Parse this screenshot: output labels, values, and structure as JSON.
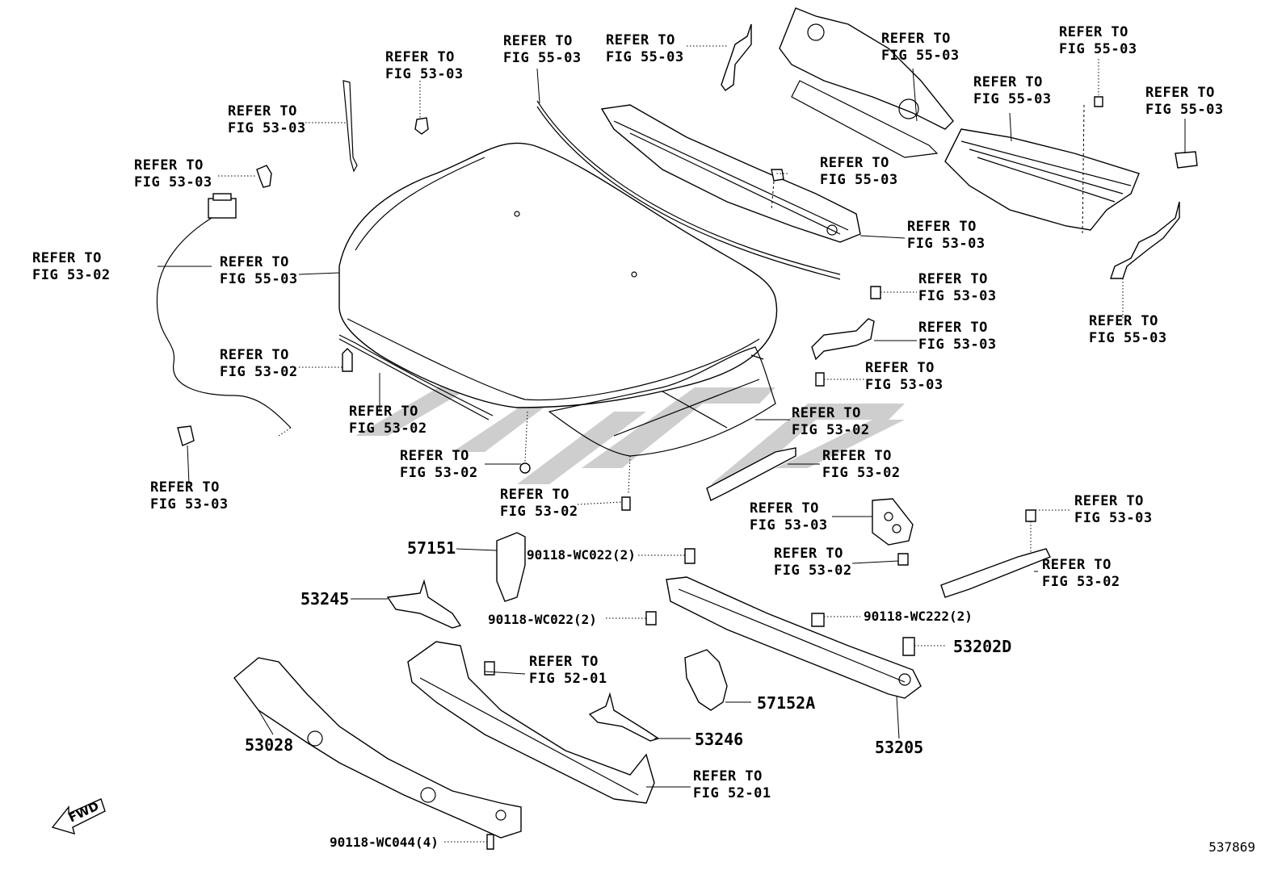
{
  "refer_labels": [
    {
      "id": "r01",
      "line1": "REFER TO",
      "line2": "FIG 53-03"
    },
    {
      "id": "r02",
      "line1": "REFER TO",
      "line2": "FIG 55-03"
    },
    {
      "id": "r03",
      "line1": "REFER TO",
      "line2": "FIG 55-03"
    },
    {
      "id": "r04",
      "line1": "REFER TO",
      "line2": "FIG 55-03"
    },
    {
      "id": "r05",
      "line1": "REFER TO",
      "line2": "FIG 55-03"
    },
    {
      "id": "r06",
      "line1": "REFER TO",
      "line2": "FIG 55-03"
    },
    {
      "id": "r07",
      "line1": "REFER TO",
      "line2": "FIG 55-03"
    },
    {
      "id": "r08",
      "line1": "REFER TO",
      "line2": "FIG 53-03"
    },
    {
      "id": "r09",
      "line1": "REFER TO",
      "line2": "FIG 53-03"
    },
    {
      "id": "r10",
      "line1": "REFER TO",
      "line2": "FIG 55-03"
    },
    {
      "id": "r11",
      "line1": "REFER TO",
      "line2": "FIG 53-03"
    },
    {
      "id": "r12",
      "line1": "REFER TO",
      "line2": "FIG 53-02"
    },
    {
      "id": "r13",
      "line1": "REFER TO",
      "line2": "FIG 55-03"
    },
    {
      "id": "r14",
      "line1": "REFER TO",
      "line2": "FIG 53-03"
    },
    {
      "id": "r15",
      "line1": "REFER TO",
      "line2": "FIG 55-03"
    },
    {
      "id": "r16",
      "line1": "REFER TO",
      "line2": "FIG 53-03"
    },
    {
      "id": "r17",
      "line1": "REFER TO",
      "line2": "FIG 53-02"
    },
    {
      "id": "r18",
      "line1": "REFER TO",
      "line2": "FIG 53-03"
    },
    {
      "id": "r19",
      "line1": "REFER TO",
      "line2": "FIG 53-02"
    },
    {
      "id": "r20",
      "line1": "REFER TO",
      "line2": "FIG 53-02"
    },
    {
      "id": "r21",
      "line1": "REFER TO",
      "line2": "FIG 53-02"
    },
    {
      "id": "r22",
      "line1": "REFER TO",
      "line2": "FIG 53-02"
    },
    {
      "id": "r23",
      "line1": "REFER TO",
      "line2": "FIG 53-03"
    },
    {
      "id": "r24",
      "line1": "REFER TO",
      "line2": "FIG 53-02"
    },
    {
      "id": "r25",
      "line1": "REFER TO",
      "line2": "FIG 53-03"
    },
    {
      "id": "r26",
      "line1": "REFER TO",
      "line2": "FIG 53-03"
    },
    {
      "id": "r27",
      "line1": "REFER TO",
      "line2": "FIG 53-02"
    },
    {
      "id": "r28",
      "line1": "REFER TO",
      "line2": "FIG 53-02"
    },
    {
      "id": "r29",
      "line1": "REFER TO",
      "line2": "FIG 52-01"
    },
    {
      "id": "r30",
      "line1": "REFER TO",
      "line2": "FIG 52-01"
    }
  ],
  "part_numbers": {
    "p57151": "57151",
    "p53245": "53245",
    "p53028": "53028",
    "p53246": "53246",
    "p57152A": "57152A",
    "p53205": "53205",
    "p53202D": "53202D"
  },
  "bolt_labels": {
    "b1": "90118-WC022(2)",
    "b2": "90118-WC022(2)",
    "b3": "90118-WC222(2)",
    "b4": "90118-WC044(4)"
  },
  "direction_marker": "FWD",
  "diagram_id": "537869",
  "colors": {
    "line": "#000000",
    "watermark": "#bdbdbd",
    "background": "#ffffff"
  }
}
